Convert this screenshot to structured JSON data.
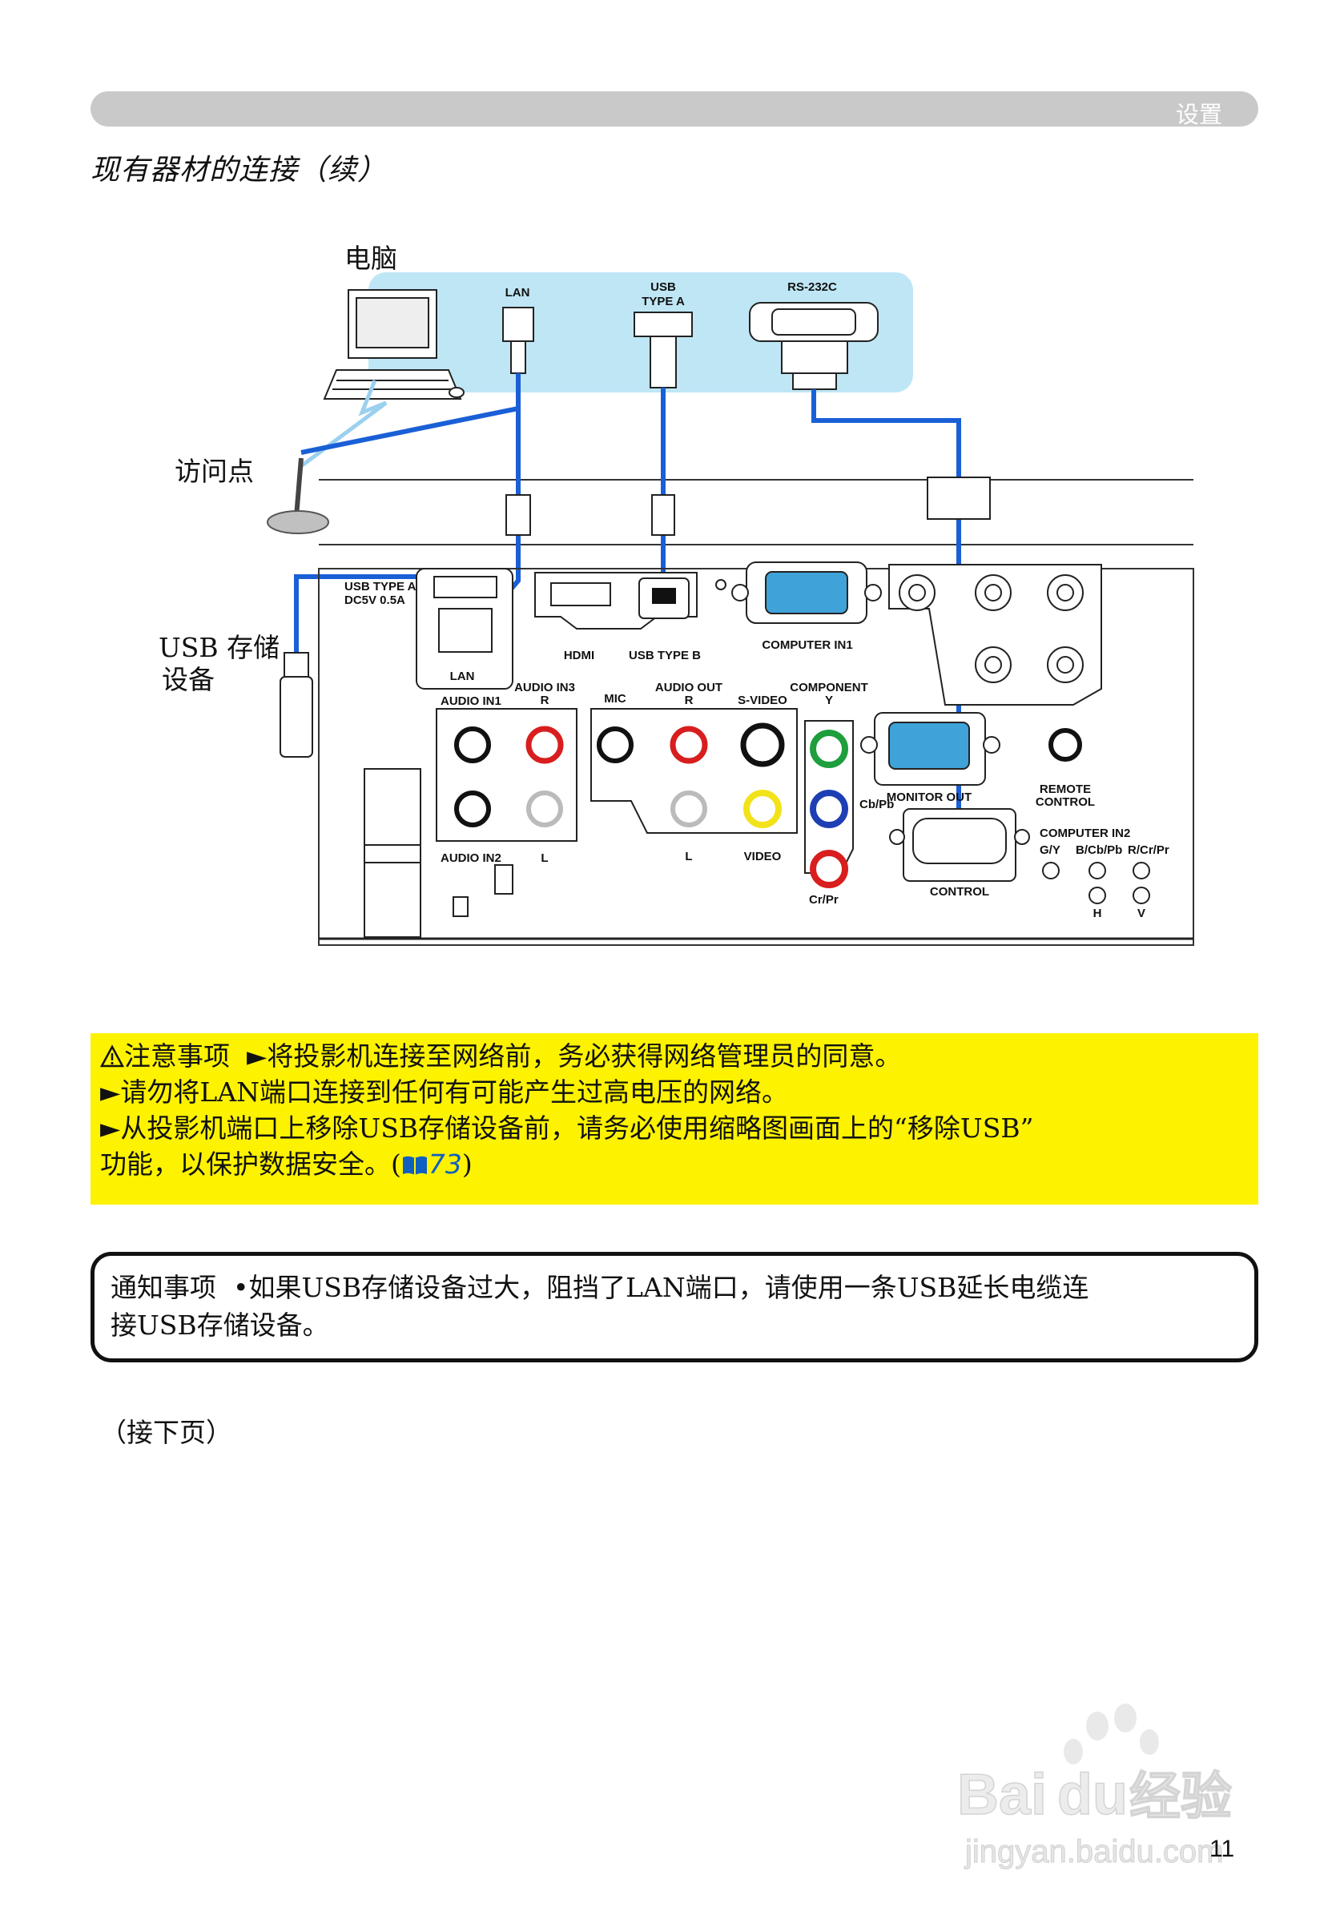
{
  "header": {
    "section_label": "设置"
  },
  "page_title": "现有器材的连接（续）",
  "diagram": {
    "labels": {
      "computer": "电脑",
      "access_point": "访问点",
      "usb_storage_line1": "USB 存储",
      "usb_storage_line2": "设备"
    },
    "computer_ports": {
      "lan": "LAN",
      "usb_line1": "USB",
      "usb_line2": "TYPE A",
      "rs232c": "RS-232C"
    },
    "projector_ports": {
      "usb_type_a": "USB TYPE A",
      "dc": "DC5V 0.5A",
      "lan": "LAN",
      "hdmi": "HDMI",
      "usb_type_b": "USB TYPE B",
      "computer_in1": "COMPUTER IN1",
      "audio_in1": "AUDIO IN1",
      "audio_in3": "AUDIO IN3",
      "audio_in3_r": "R",
      "mic": "MIC",
      "audio_out": "AUDIO OUT",
      "audio_out_r": "R",
      "s_video": "S-VIDEO",
      "component": "COMPONENT",
      "component_y": "Y",
      "cb_pb": "Cb/Pb",
      "cr_pr": "Cr/Pr",
      "audio_in2": "AUDIO IN2",
      "audio_in2_l": "L",
      "audio_out_l": "L",
      "video": "VIDEO",
      "monitor_out": "MONITOR OUT",
      "control": "CONTROL",
      "remote_line1": "REMOTE",
      "remote_line2": "CONTROL",
      "computer_in2": "COMPUTER IN2",
      "gy": "G/Y",
      "bcbpb": "B/Cb/Pb",
      "rcrpr": "R/Cr/Pr",
      "h": "H",
      "v": "V"
    },
    "colors": {
      "cable": "#1a5fd6",
      "panel": "#bfe6f5",
      "red_jack": "#d81e1e",
      "green_jack": "#1e9e3c",
      "blue_jack": "#1e3fb4",
      "yellow_jack": "#f2e21a"
    }
  },
  "caution": {
    "heading": "注意事项",
    "items": [
      "►将投影机连接至网络前，务必获得网络管理员的同意。",
      "►请勿将LAN端口连接到任何有可能产生过高电压的网络。",
      "►从投影机端口上移除USB存储设备前，请务必使用缩略图画面上的“移除USB”",
      "功能，以保护数据安全。("
    ],
    "page_ref": "73",
    "closing": ")"
  },
  "notice": {
    "heading": "通知事项",
    "line1": "•如果USB存储设备过大，阻挡了LAN端口，请使用一条USB延长电缆连",
    "line2": "接USB存储设备。"
  },
  "continued": "（接下页）",
  "page_number": "11",
  "watermark": {
    "brand": "Bai",
    "brand_suffix": "du",
    "product": "经验",
    "url": "jingyan.baidu.com"
  }
}
